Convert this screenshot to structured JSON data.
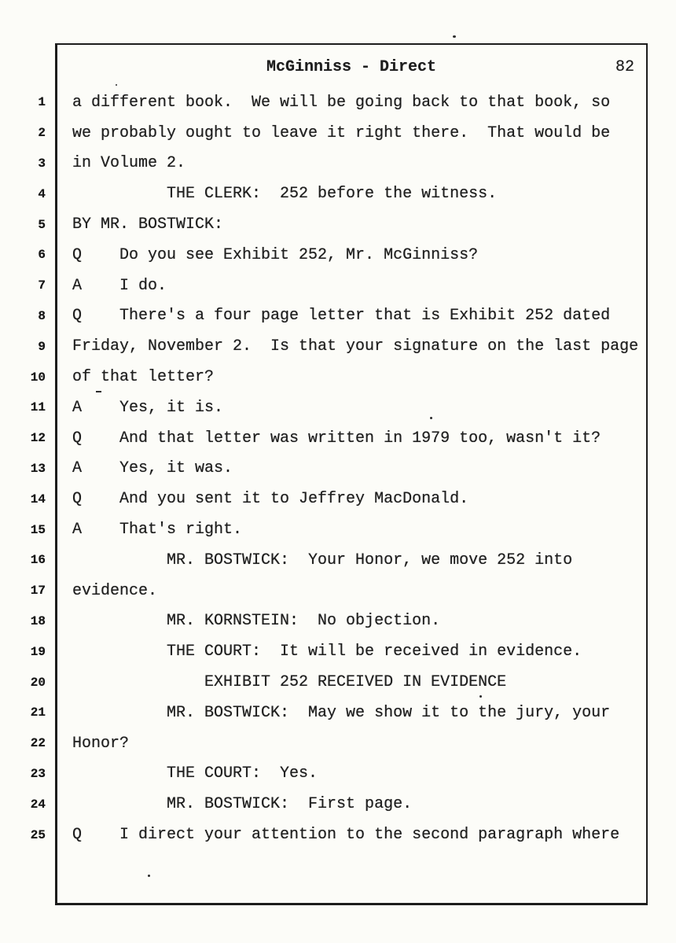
{
  "page": {
    "header_title": "McGinniss - Direct",
    "page_number": "82"
  },
  "lines": [
    {
      "num": "1",
      "text": "a different book.  We will be going back to that book, so"
    },
    {
      "num": "2",
      "text": "we probably ought to leave it right there.  That would be"
    },
    {
      "num": "3",
      "text": "in Volume 2."
    },
    {
      "num": "4",
      "text": "          THE CLERK:  252 before the witness."
    },
    {
      "num": "5",
      "text": "BY MR. BOSTWICK:"
    },
    {
      "num": "6",
      "text": "Q    Do you see Exhibit 252, Mr. McGinniss?"
    },
    {
      "num": "7",
      "text": "A    I do."
    },
    {
      "num": "8",
      "text": "Q    There's a four page letter that is Exhibit 252 dated"
    },
    {
      "num": "9",
      "text": "Friday, November 2.  Is that your signature on the last page"
    },
    {
      "num": "10",
      "text": "of that letter?"
    },
    {
      "num": "11",
      "text": "A    Yes, it is."
    },
    {
      "num": "12",
      "text": "Q    And that letter was written in 1979 too, wasn't it?"
    },
    {
      "num": "13",
      "text": "A    Yes, it was."
    },
    {
      "num": "14",
      "text": "Q    And you sent it to Jeffrey MacDonald."
    },
    {
      "num": "15",
      "text": "A    That's right."
    },
    {
      "num": "16",
      "text": "          MR. BOSTWICK:  Your Honor, we move 252 into"
    },
    {
      "num": "17",
      "text": "evidence."
    },
    {
      "num": "18",
      "text": "          MR. KORNSTEIN:  No objection."
    },
    {
      "num": "19",
      "text": "          THE COURT:  It will be received in evidence."
    },
    {
      "num": "20",
      "text": "              EXHIBIT 252 RECEIVED IN EVIDENCE"
    },
    {
      "num": "21",
      "text": "          MR. BOSTWICK:  May we show it to the jury, your"
    },
    {
      "num": "22",
      "text": "Honor?"
    },
    {
      "num": "23",
      "text": "          THE COURT:  Yes."
    },
    {
      "num": "24",
      "text": "          MR. BOSTWICK:  First page."
    },
    {
      "num": "25",
      "text": "Q    I direct your attention to the second paragraph where"
    }
  ]
}
